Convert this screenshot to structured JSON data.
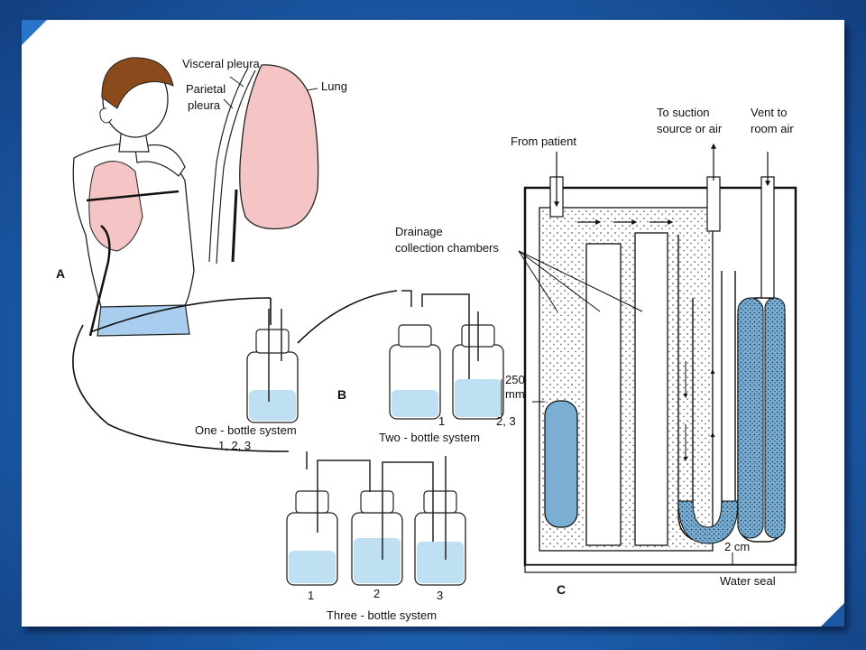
{
  "labels": {
    "panel_a": "A",
    "panel_b": "B",
    "panel_c": "C",
    "visceral_pleura": "Visceral pleura",
    "parietal_pleura_1": "Parietal",
    "parietal_pleura_2": "pleura",
    "lung": "Lung",
    "one_bottle": "One - bottle system",
    "one_bottle_nums": "1, 2, 3",
    "two_bottle": "Two - bottle system",
    "two_bottle_n1": "1",
    "two_bottle_n2": "2, 3",
    "height_1": "250",
    "height_2": "mm",
    "three_bottle": "Three - bottle system",
    "three_n1": "1",
    "three_n2": "2",
    "three_n3": "3",
    "from_patient": "From patient",
    "to_suction_1": "To suction",
    "to_suction_2": "source or air",
    "vent_1": "Vent to",
    "vent_2": "room air",
    "drainage_1": "Drainage",
    "drainage_2": "collection chambers",
    "two_cm": "2 cm",
    "water_seal": "Water seal"
  },
  "colors": {
    "skin": "#f2b9a5",
    "lung": "#f5c4c4",
    "water": "#bfe0f3",
    "fluid_dark": "#7aaed3",
    "pants": "#a9cdee",
    "hair": "#8a4a1c"
  }
}
